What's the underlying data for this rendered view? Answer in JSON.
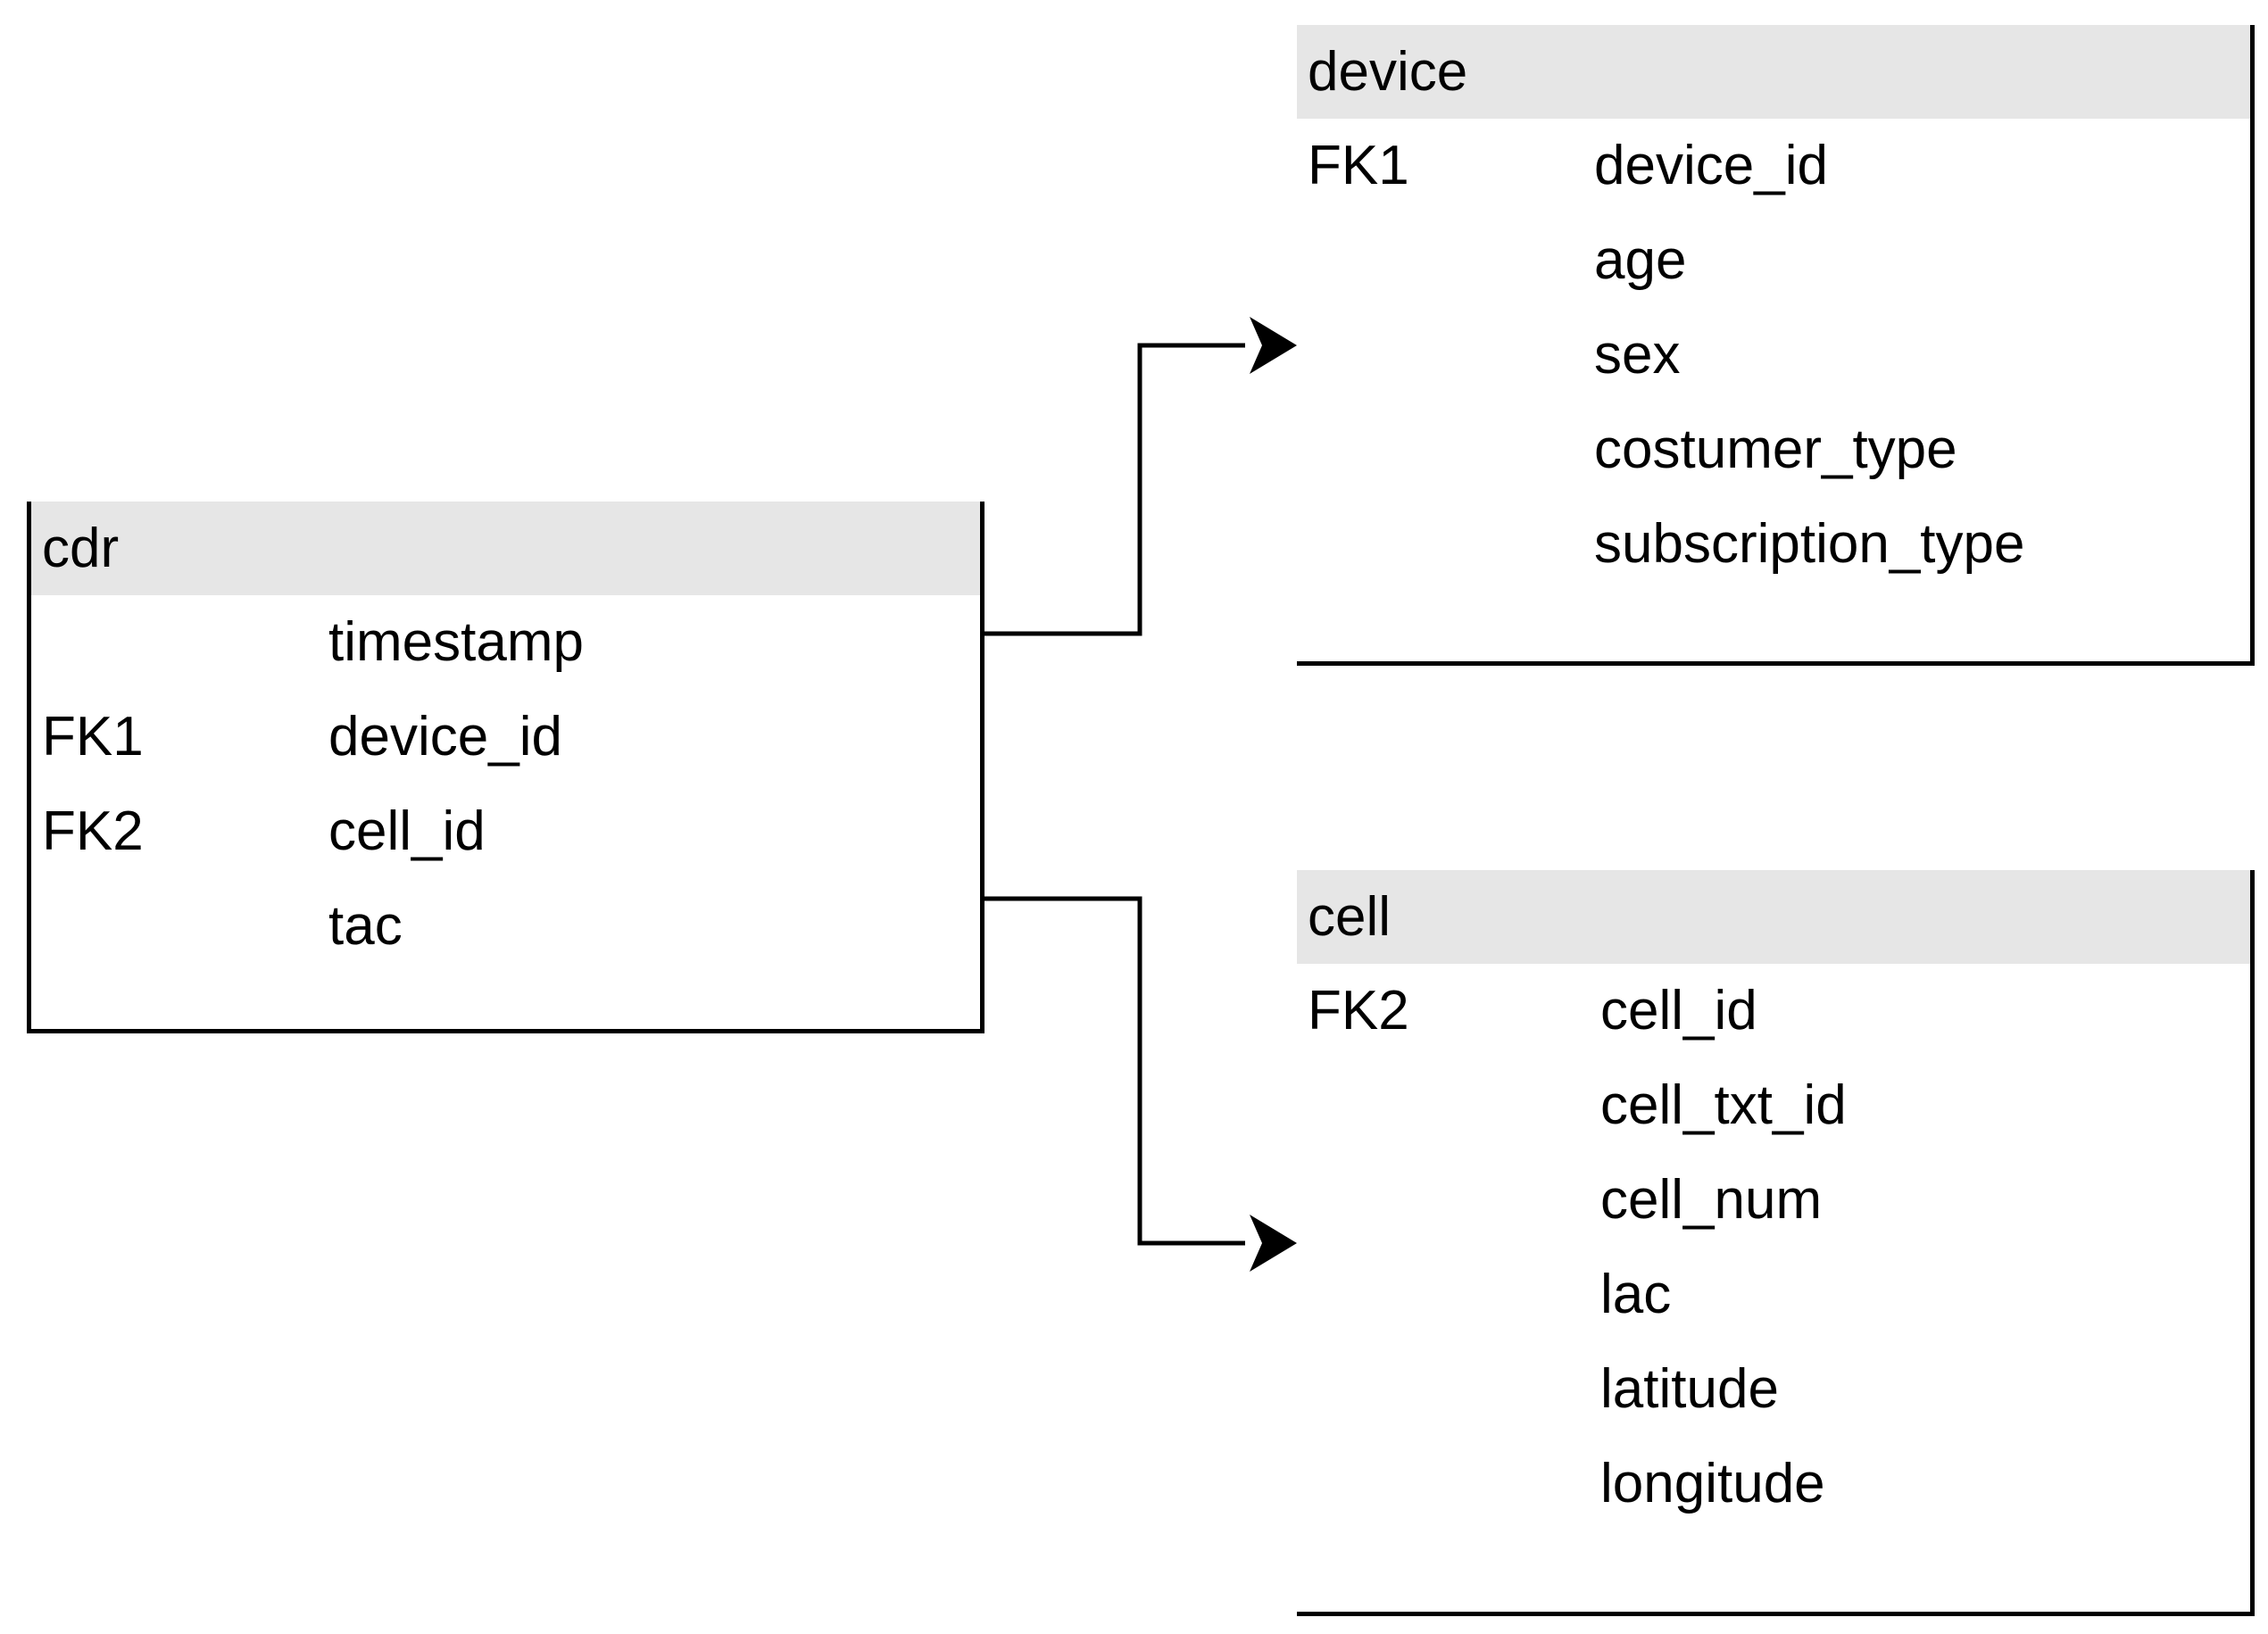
{
  "entities": {
    "cdr": {
      "title": "cdr",
      "rows": [
        {
          "key": "",
          "field": "timestamp"
        },
        {
          "key": "FK1",
          "field": "device_id"
        },
        {
          "key": "FK2",
          "field": "cell_id"
        },
        {
          "key": "",
          "field": "tac"
        }
      ]
    },
    "device": {
      "title": "device",
      "rows": [
        {
          "key": "FK1",
          "field": "device_id"
        },
        {
          "key": "",
          "field": "age"
        },
        {
          "key": "",
          "field": "sex"
        },
        {
          "key": "",
          "field": "costumer_type"
        },
        {
          "key": "",
          "field": "subscription_type"
        }
      ]
    },
    "cell": {
      "title": "cell",
      "rows": [
        {
          "key": "FK2",
          "field": "cell_id"
        },
        {
          "key": "",
          "field": "cell_txt_id"
        },
        {
          "key": "",
          "field": "cell_num"
        },
        {
          "key": "",
          "field": "lac"
        },
        {
          "key": "",
          "field": "latitude"
        },
        {
          "key": "",
          "field": "longitude"
        }
      ]
    }
  },
  "relationships": [
    {
      "from": "cdr",
      "to": "device",
      "via": "FK1"
    },
    {
      "from": "cdr",
      "to": "cell",
      "via": "FK2"
    }
  ]
}
